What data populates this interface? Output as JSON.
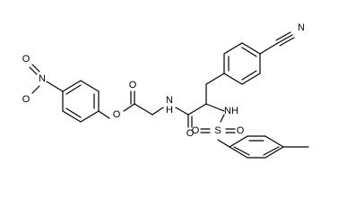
{
  "diagram": {
    "type": "chemical-structure",
    "atom_labels": {
      "cyano_N": "N",
      "nitro_N": "N",
      "nitro_O_upper": "O",
      "nitro_O_lower": "O",
      "ester_O_ring": "O",
      "carbonyl_O_ester": "O",
      "amide_NH": "N",
      "amide_H": "H",
      "carbonyl_O_amide": "O",
      "sulfonamide_NH": "NH",
      "sulfonyl_S": "S",
      "sulfonyl_O_left": "O",
      "sulfonyl_O_right": "O"
    }
  }
}
